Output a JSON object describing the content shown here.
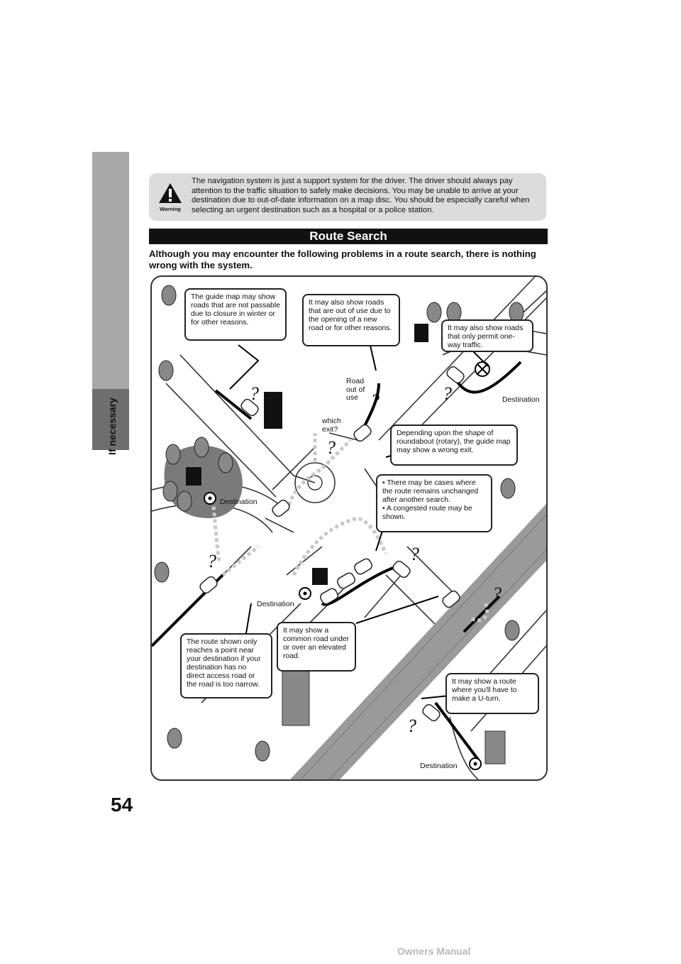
{
  "page": {
    "number": "54",
    "side_tab": "If necessary",
    "footer": "Owners Manual"
  },
  "warning": {
    "icon_label": "Warning",
    "text": "The navigation system is just a support system for the driver. The driver should always pay attention to the traffic situation to safely make decisions. You may be unable to arrive at your destination due to out-of-date information on a map disc. You should be especially careful when selecting an urgent destination such as a hospital or a police station."
  },
  "section": {
    "title": "Route Search",
    "intro": "Although you may encounter the following problems in a route search, there is nothing wrong with the system."
  },
  "callouts": {
    "closed_roads": "The guide map may show roads that are not passable due to closure in winter or for other reasons.",
    "out_of_use": "It may also show roads that are out of use due to the opening of a new road or for other reasons.",
    "one_way": "It may also show roads that only permit one-way traffic.",
    "roundabout": "Depending upon the shape of roundabout (rotary), the guide map may show a wrong exit.",
    "unchanged_1": "• There may be cases where the route remains unchanged after another search.",
    "unchanged_2": "• A congested route may be shown.",
    "near_point": "The route shown only reaches a point near your destination if your destination has no direct access road or the road is too narrow.",
    "elevated": "It may show a common road under or over an elevated road.",
    "uturn": "It may show a route where you'll have to make a U-turn."
  },
  "labels": {
    "road_out_of_use": "Road out of use",
    "which_exit": "which exit?",
    "destination": "Destination",
    "question": "?"
  },
  "colors": {
    "side_tab": "#a8a8a8",
    "banner": "#111111",
    "warning_bg": "#dcdcdc",
    "route_dots": "#c8c8c8"
  }
}
